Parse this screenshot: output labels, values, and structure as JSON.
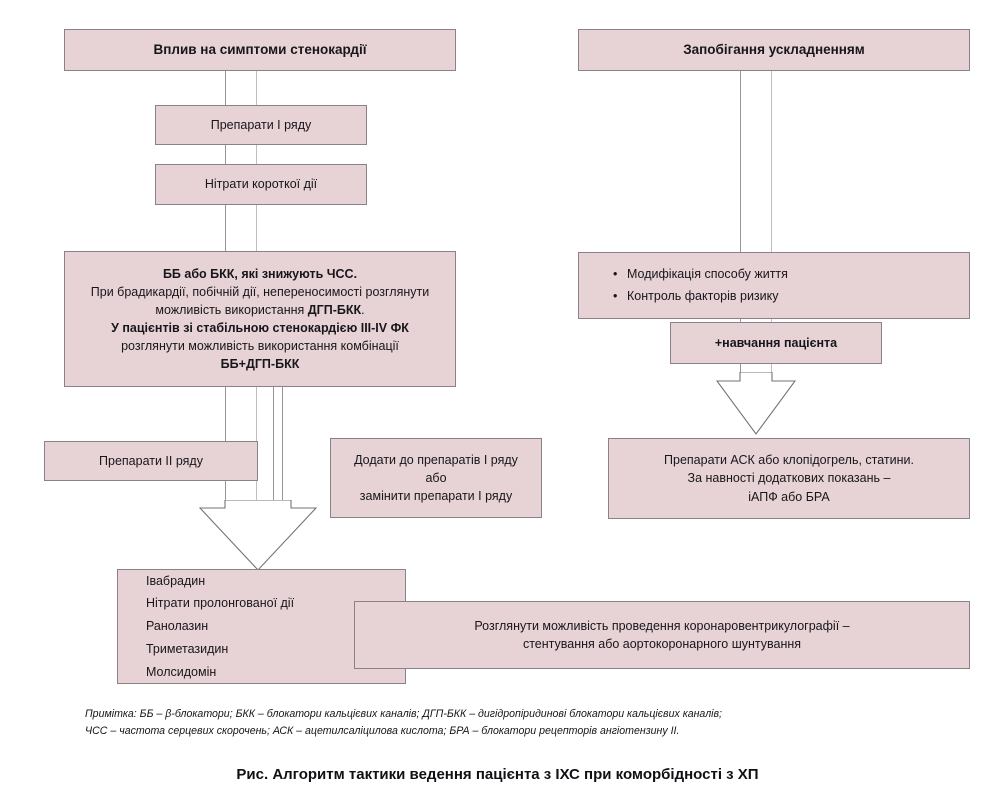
{
  "figure": {
    "caption": "Рис. Алгоритм тактики ведення пацієнта з ІХС при коморбідності з ХП",
    "background": "#ffffff",
    "box_fill": "#e7d3d6",
    "box_border": "#8a8288"
  },
  "columns": {
    "left": {
      "header": "Вплив на симптоми стенокардії"
    },
    "right": {
      "header": "Запобігання ускладненням"
    }
  },
  "left_column": {
    "first_line_drugs": "Препарати І ряду",
    "short_acting_nitrates": "Нітрати короткої дії",
    "main_block": {
      "line1": "ББ або БКК, які знижують ЧСС.",
      "line2": "При брадикардії, побічній дії, непереносимості розглянути",
      "line3_prefix": "можливість використання ",
      "line3_bold": "ДГП-БКК",
      "line3_suffix": ".",
      "line4": "У пацієнтів зі стабільною стенокардією III-IV ФК",
      "line5": "розглянути можливість використання комбінації",
      "line6": "ББ+ДГП-БКК"
    },
    "second_line_drugs": "Препарати ІІ ряду",
    "add_or_replace": {
      "line1": "Додати до препаратів І ряду",
      "line2": "або",
      "line3": "замінити препарати І ряду"
    },
    "drug_list": [
      "Івабрадин",
      "Нітрати пролонгованої дії",
      "Ранолазин",
      "Триметазидин",
      "Молсидомін"
    ]
  },
  "right_column": {
    "prevention_bullets": [
      "Модифікація способу життя",
      "Контроль факторів ризику"
    ],
    "patient_education": "+навчання пацієнта",
    "medication_block": {
      "line1": "Препарати АСК або клопідогрель, статини.",
      "line2": "За навності додаткових показань –",
      "line3": "іАПФ або БРА"
    }
  },
  "bottom": {
    "revascularization": {
      "line1": "Розглянути можливість проведення коронаровентрикулографії –",
      "line2": "стентування або аортокоронарного шунтування"
    }
  },
  "footnote": {
    "line1": "Примітка: ББ – β-блокатори; БКК – блокатори кальцієвих каналів; ДГП-БКК – дигідропіридинові блокатори кальцієвих каналів;",
    "line2": "ЧСС – частота серцевих скорочень; АСК – ацетилсаліцилова кислота; БРА – блокатори рецепторів ангіотензину II."
  }
}
